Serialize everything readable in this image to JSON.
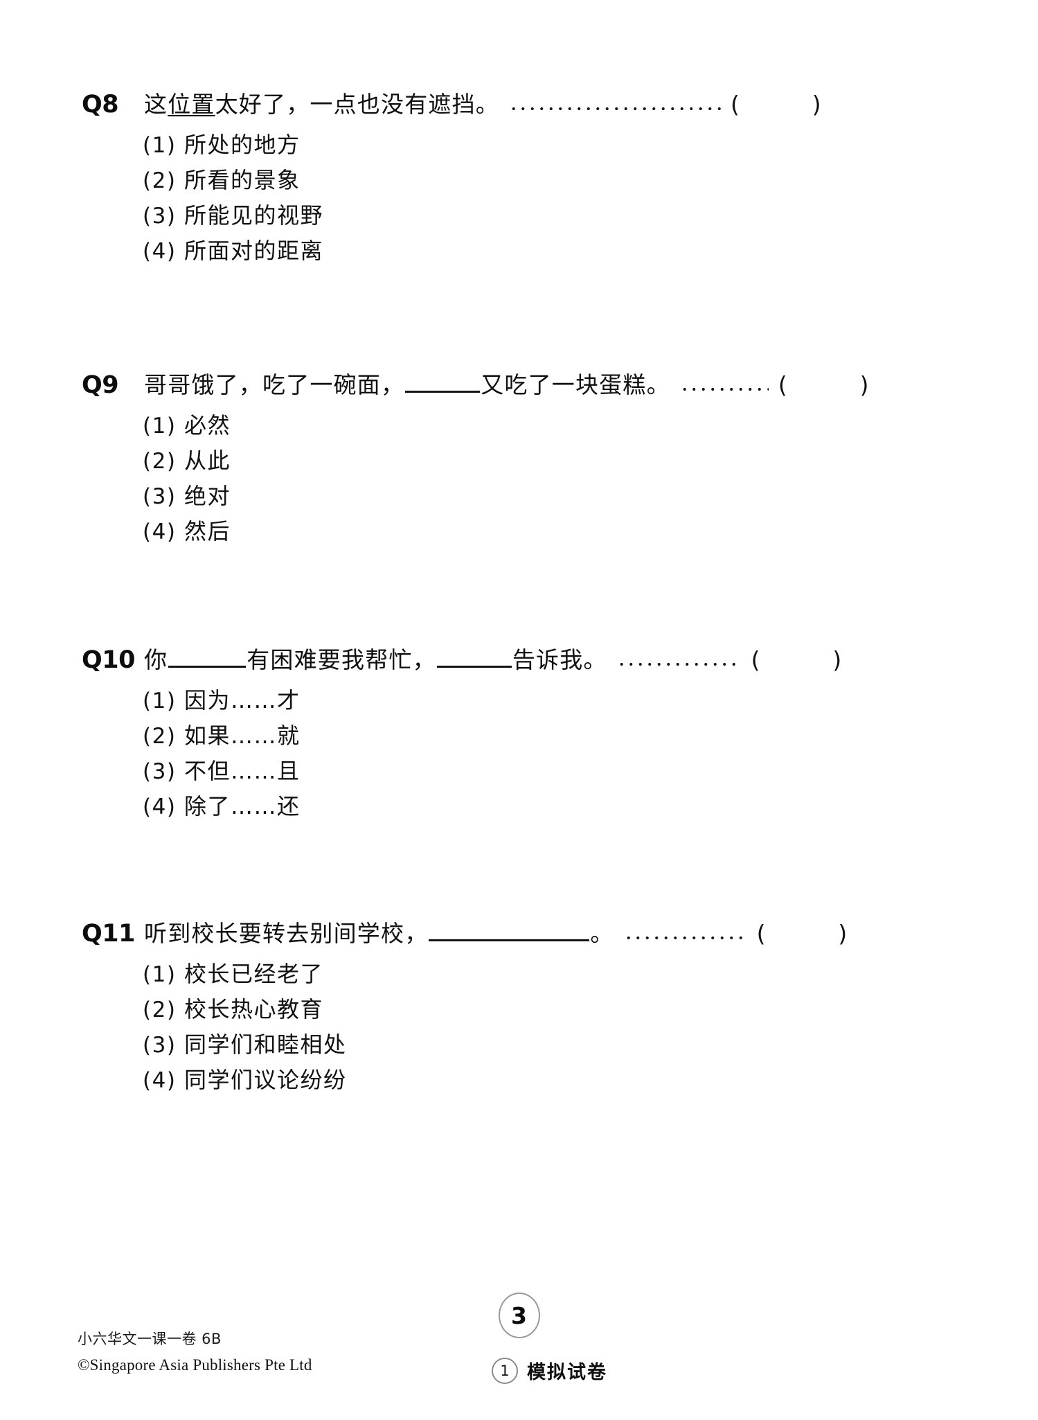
{
  "document": {
    "type": "exam-paper-page",
    "language": "zh",
    "page_number": "3"
  },
  "questions": [
    {
      "number": "Q8",
      "stem_prefix": "这",
      "stem_underlined": "位置",
      "stem_suffix": "太好了，一点也没有遮挡。",
      "bracket": "(          )",
      "options": [
        {
          "marker": "(1)",
          "text": "所处的地方"
        },
        {
          "marker": "(2)",
          "text": "所看的景象"
        },
        {
          "marker": "(3)",
          "text": "所能见的视野"
        },
        {
          "marker": "(4)",
          "text": "所面对的距离"
        }
      ]
    },
    {
      "number": "Q9",
      "stem_part1": "哥哥饿了，吃了一碗面，",
      "stem_part2": "又吃了一块蛋糕。",
      "bracket": "(          )",
      "options": [
        {
          "marker": "(1)",
          "text": "必然"
        },
        {
          "marker": "(2)",
          "text": "从此"
        },
        {
          "marker": "(3)",
          "text": "绝对"
        },
        {
          "marker": "(4)",
          "text": "然后"
        }
      ]
    },
    {
      "number": "Q10",
      "stem_part1": "你",
      "stem_part2": "有困难要我帮忙，",
      "stem_part3": "告诉我。",
      "bracket": "(          )",
      "options": [
        {
          "marker": "(1)",
          "text": "因为……才"
        },
        {
          "marker": "(2)",
          "text": "如果……就"
        },
        {
          "marker": "(3)",
          "text": "不但……且"
        },
        {
          "marker": "(4)",
          "text": "除了……还"
        }
      ]
    },
    {
      "number": "Q11",
      "stem_part1": "听到校长要转去别间学校，",
      "stem_part2": "。",
      "bracket": "(          )",
      "options": [
        {
          "marker": "(1)",
          "text": "校长已经老了"
        },
        {
          "marker": "(2)",
          "text": "校长热心教育"
        },
        {
          "marker": "(3)",
          "text": "同学们和睦相处"
        },
        {
          "marker": "(4)",
          "text": "同学们议论纷纷"
        }
      ]
    }
  ],
  "footer": {
    "series": "小六华文一课一卷 6B",
    "copyright": "©Singapore Asia Publishers Pte Ltd",
    "page_number": "3",
    "paper_index": "1",
    "paper_label": "模拟试卷"
  }
}
